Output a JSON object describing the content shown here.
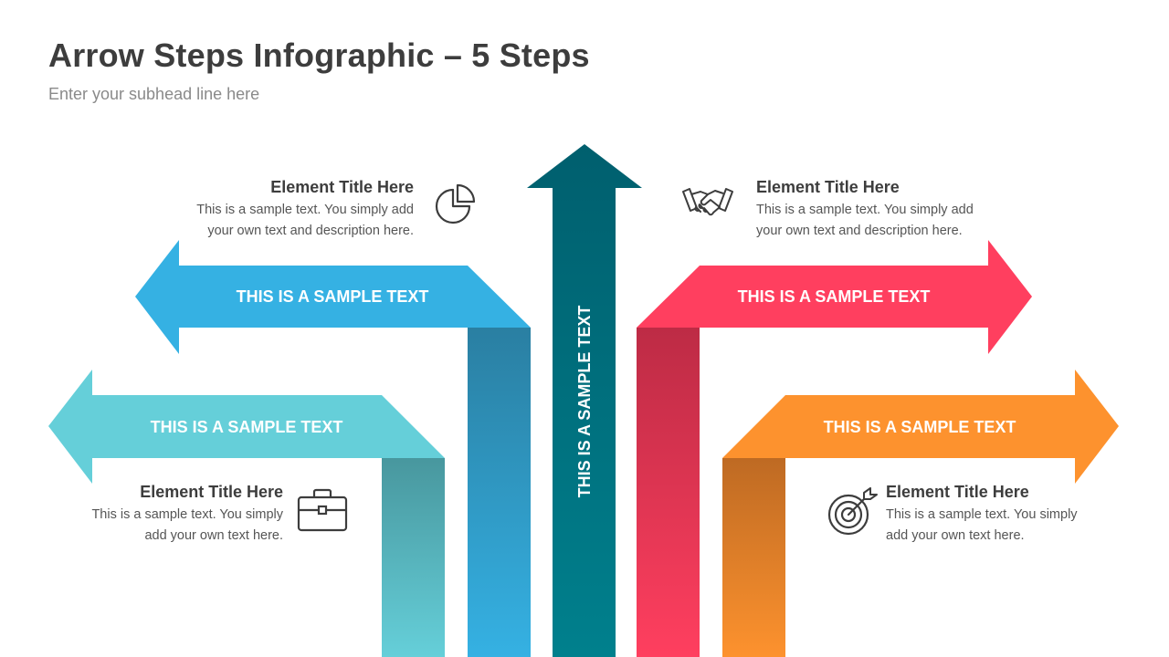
{
  "header": {
    "title": "Arrow Steps Infographic – 5 Steps",
    "subtitle": "Enter your subhead line here"
  },
  "arrows": {
    "center": {
      "label": "THIS IS A SAMPLE TEXT",
      "color": "#005F6E"
    },
    "upper_left": {
      "label": "THIS IS A SAMPLE TEXT",
      "color": "#35B1E3"
    },
    "lower_left": {
      "label": "THIS IS A SAMPLE TEXT",
      "color": "#65CFD9"
    },
    "upper_right": {
      "label": "THIS IS A SAMPLE TEXT",
      "color": "#FF3F5F"
    },
    "lower_right": {
      "label": "THIS IS A SAMPLE TEXT",
      "color": "#FD922E"
    }
  },
  "info_blocks": {
    "upper_left": {
      "title": "Element Title Here",
      "line1": "This is a sample text. You simply add",
      "line2": "your own text and description here.",
      "icon": "pie-chart-icon"
    },
    "lower_left": {
      "title": "Element Title Here",
      "line1": "This is a sample text. You simply",
      "line2": "add your own text here.",
      "icon": "briefcase-icon"
    },
    "upper_right": {
      "title": "Element Title Here",
      "line1": "This is a sample text. You simply add",
      "line2": "your own text and description here.",
      "icon": "handshake-icon"
    },
    "lower_right": {
      "title": "Element Title Here",
      "line1": "This is a sample text. You simply",
      "line2": "add your own text here.",
      "icon": "target-icon"
    }
  }
}
